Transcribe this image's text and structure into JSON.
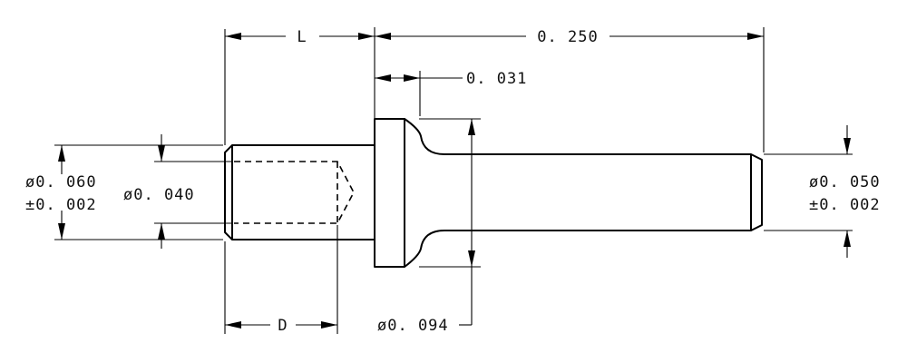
{
  "dimensions": {
    "length_L": "L",
    "overall_length": "0. 250",
    "head_thickness": "0. 031",
    "thread_diameter": "ø0. 060",
    "thread_tolerance": "±0. 002",
    "bore_diameter": "ø0. 040",
    "bore_depth_D": "D",
    "head_diameter": "ø0. 094",
    "shank_diameter": "ø0. 050",
    "shank_tolerance": "±0. 002"
  }
}
